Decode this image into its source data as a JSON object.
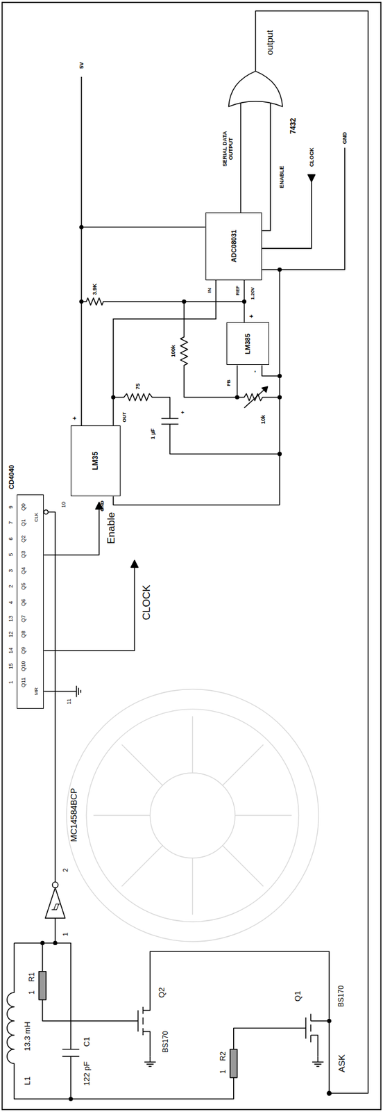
{
  "diagram": {
    "nodes": [
      {
        "text": [
          "ADC08031"
        ]
      },
      {
        "text": [
          "LM385"
        ]
      },
      {
        "text": [
          "LM35"
        ]
      },
      {
        "text": [
          "CD4040"
        ]
      }
    ],
    "edges": [
      {
        "from": 2,
        "to": 0,
        "arrow": "none"
      },
      {
        "from": 1,
        "to": 0,
        "arrow": "none"
      }
    ],
    "labels": [
      "output",
      "7432",
      "SERIAL DATA OUTPUT",
      "ENABLE",
      "CLOCK",
      "GND",
      "5V",
      "IN",
      "REF",
      "1.20V",
      "3.9K",
      "100k",
      "FB",
      "10k",
      "75",
      "1 µF",
      "+",
      "+",
      "OUT",
      "GND",
      "+",
      "-",
      "Enable",
      "CLOCK",
      "9",
      "7",
      "6",
      "5",
      "3",
      "2",
      "4",
      "13",
      "12",
      "14",
      "15",
      "1",
      "Q0",
      "Q1",
      "Q2",
      "Q3",
      "Q4",
      "Q5",
      "Q6",
      "Q7",
      "Q8",
      "Q9",
      "Q10",
      "Q11",
      "CLK",
      "MR",
      "10",
      "11",
      "MC14584BCP",
      "2",
      "1",
      "R1",
      "1",
      "C1",
      "122 pF",
      "L1",
      "13.3 mH",
      "Q2",
      "BS170",
      "R2",
      "1",
      "Q1",
      "BS170",
      "ASK"
    ]
  }
}
